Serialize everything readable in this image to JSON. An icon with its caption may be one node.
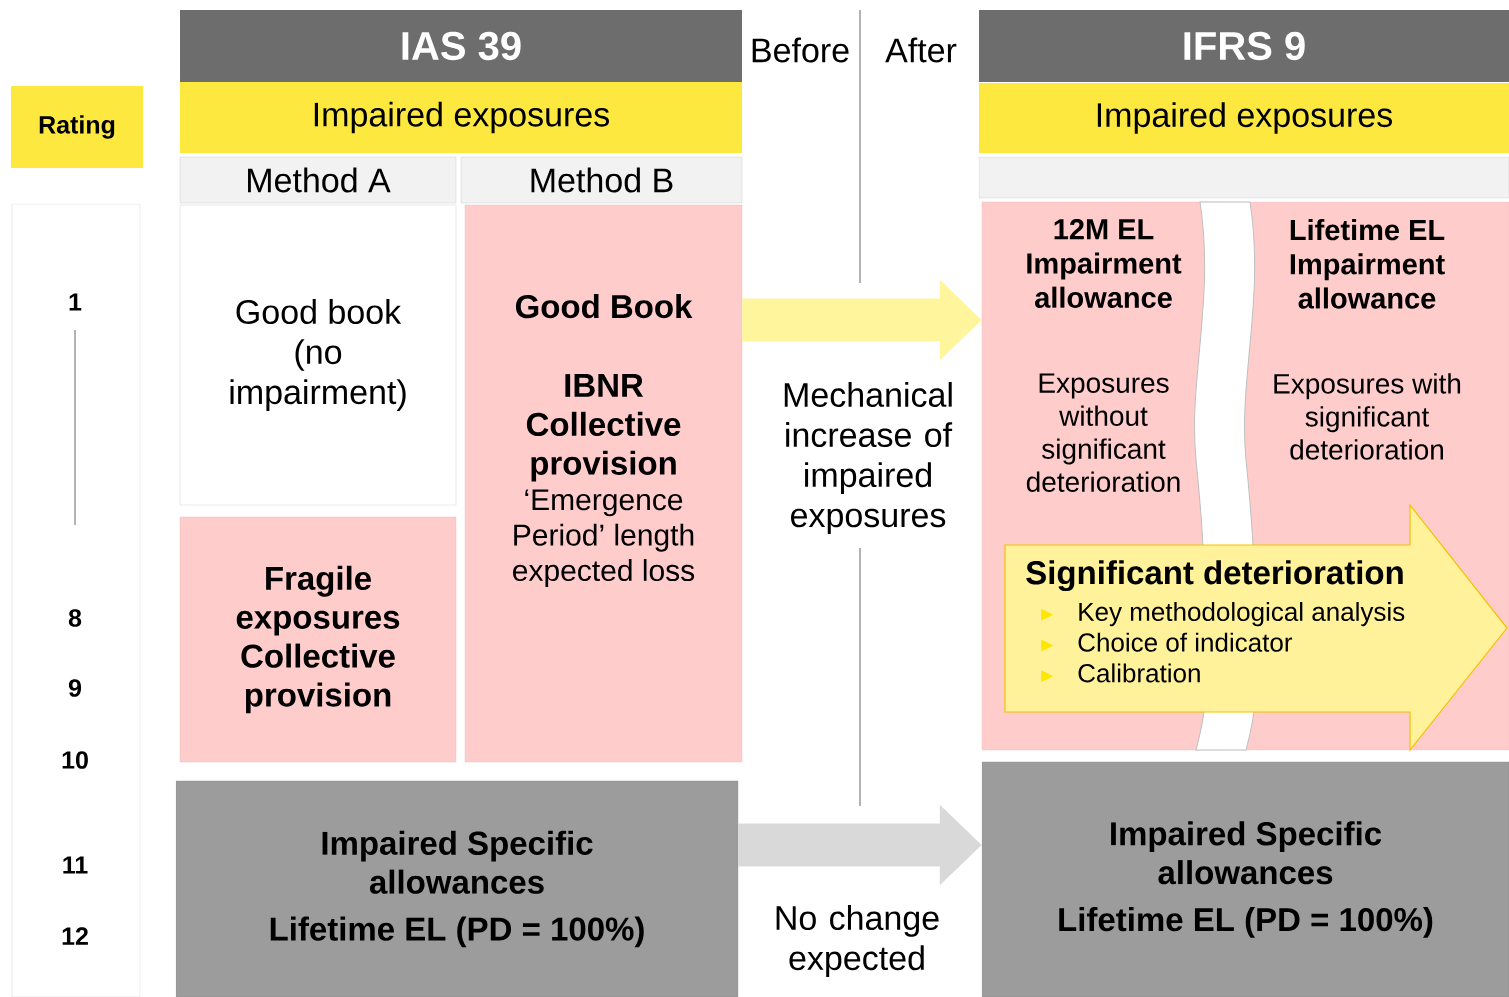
{
  "diagram": {
    "nodes": [
      {
        "text": [
          "Rating"
        ]
      },
      {
        "text": [
          "1",
          "8",
          "9",
          "10",
          "11",
          "12"
        ]
      },
      {
        "text": [
          "IAS 39"
        ]
      },
      {
        "text": [
          "Impaired exposures"
        ]
      },
      {
        "text": [
          "Method A"
        ]
      },
      {
        "text": [
          "Method B"
        ]
      },
      {
        "text": [
          "Good book (no impairment)"
        ]
      },
      {
        "text": [
          "Fragile exposures Collective provision"
        ]
      },
      {
        "text": [
          "Good Book",
          "IBNR Collective provision",
          "‘Emergence Period’ length expected loss"
        ]
      },
      {
        "text": [
          "Impaired Specific allowances",
          "Lifetime EL (PD = 100%)"
        ]
      },
      {
        "text": [
          "IFRS 9"
        ]
      },
      {
        "text": [
          "Impaired exposures"
        ]
      },
      {
        "text": [],
        "shape": "box"
      },
      {
        "text": [
          "12M EL Impairment allowance",
          "Exposures without significant deterioration"
        ]
      },
      {
        "text": [
          "Lifetime EL Impairment allowance",
          "Exposures with significant deterioration"
        ]
      },
      {
        "text": [
          "Significant deterioration",
          "Key methodological analysis",
          "Choice of indicator",
          "Calibration"
        ]
      },
      {
        "text": [
          "Impaired Specific allowances",
          "Lifetime EL (PD = 100%)"
        ]
      },
      {
        "text": [],
        "shape": "band"
      }
    ],
    "edges": [
      {
        "from": 8,
        "to": 13,
        "arrow": "to",
        "label": "Mechanical increase of impaired exposures",
        "color": "#fff59d"
      },
      {
        "from": 9,
        "to": 16,
        "arrow": "to",
        "label": "No change expected",
        "color": "#d9d9d9"
      }
    ],
    "labels": [
      "Before",
      "After"
    ]
  }
}
